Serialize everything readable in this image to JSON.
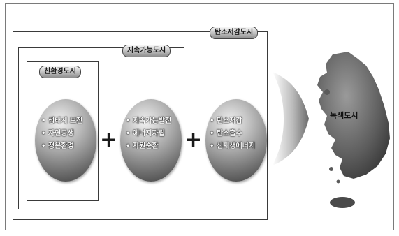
{
  "labels": {
    "eco_city": "친환경도시",
    "sustainable_city": "지속가능도시",
    "carbon_reduction_city": "탄소저감도시",
    "green_city": "녹색도시"
  },
  "spheres": [
    {
      "items": [
        "• 생태계 보전",
        "• 자연공생",
        "• 정온환경"
      ]
    },
    {
      "items": [
        "• 지속가능발전",
        "• 에너지자립",
        "• 자원순환"
      ]
    },
    {
      "items": [
        "• 탄소저감",
        "• 탄소흡수",
        "• 신재생에너지"
      ]
    }
  ],
  "operators": {
    "plus": "+"
  },
  "icons": {
    "arrow": "gradient-arrow-icon",
    "map": "korea-map-icon"
  }
}
